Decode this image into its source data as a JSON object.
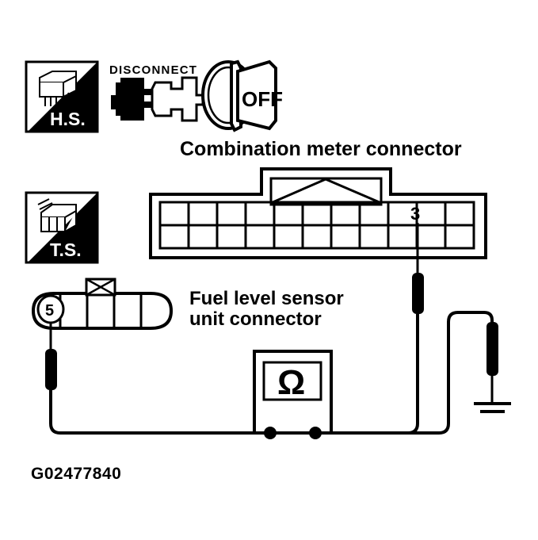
{
  "diagram": {
    "part_number": "G02477840",
    "background_color": "#ffffff",
    "line_color": "#000000",
    "labels": {
      "combination_meter_connector": "Combination meter connector",
      "fuel_sensor_line1": "Fuel level sensor",
      "fuel_sensor_line2": "unit connector"
    },
    "icons": {
      "hs_badge": "H.S.",
      "ts_badge": "T.S.",
      "disconnect": "DISCONNECT",
      "ignition_off": "OFF",
      "ohmmeter_symbol": "Ω"
    },
    "pins": {
      "combination_meter_pin": "3",
      "fuel_sensor_pin": "5"
    },
    "combination_meter": {
      "columns": 11,
      "rows": 2,
      "probe_column_index": 9
    },
    "fuel_sensor": {
      "segments": 5,
      "pin_segment_index": 0
    },
    "ohmmeter": {
      "terminals": 2,
      "display_symbol": "Ω"
    }
  }
}
